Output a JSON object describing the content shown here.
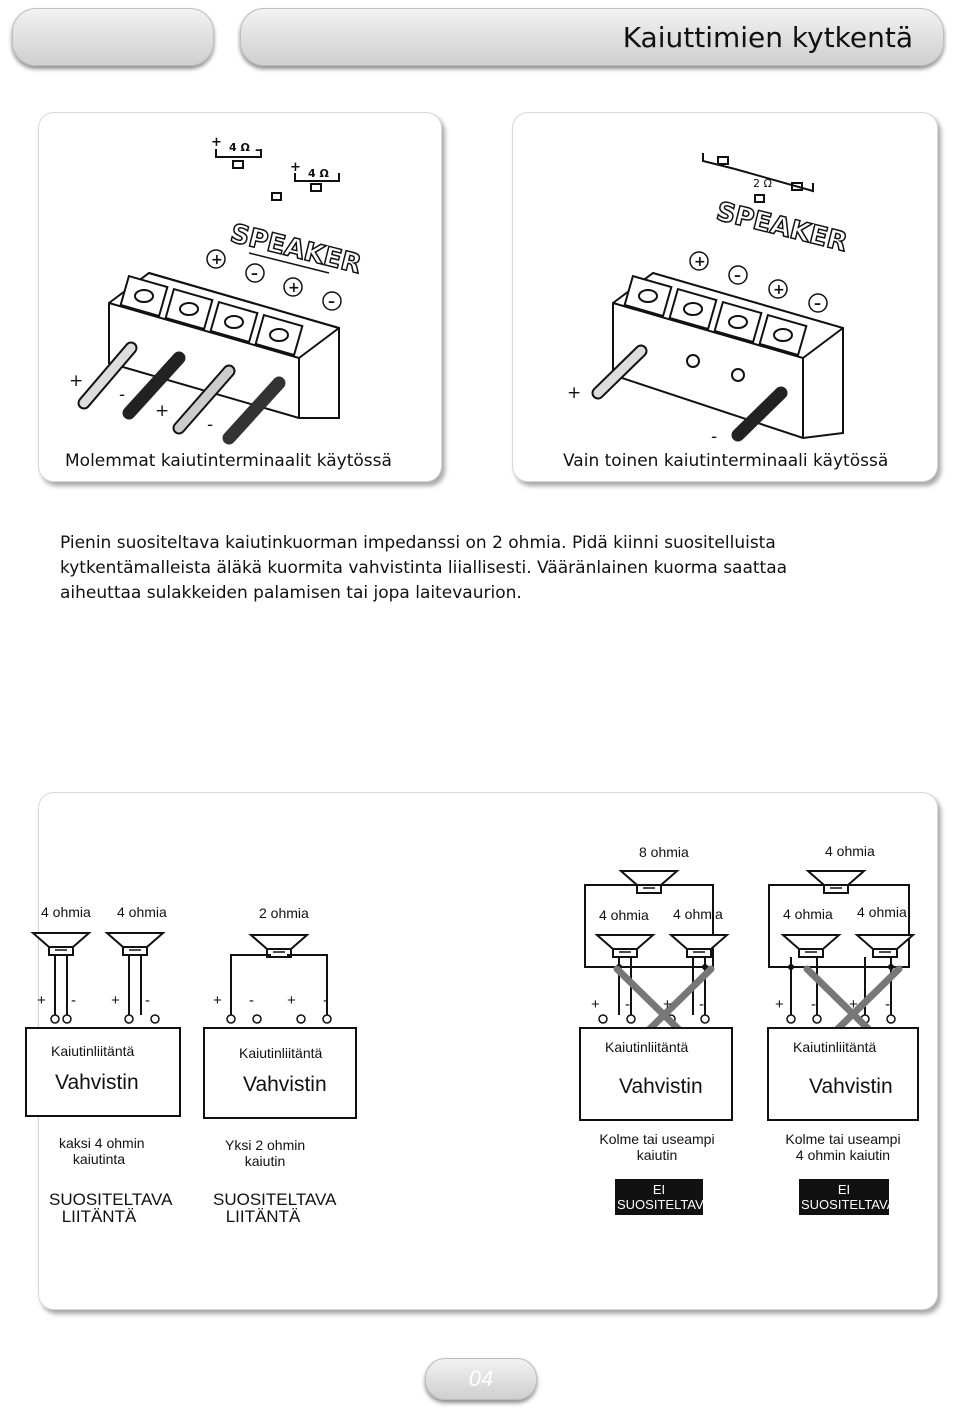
{
  "header": {
    "title": "Kaiuttimien kytkentä"
  },
  "wiring_examples": [
    {
      "caption": "Molemmat kaiutinterminaalit käytössä",
      "terminal_markers": [
        "+",
        "-",
        "+",
        "-"
      ],
      "speaker_labels": [
        "4 Ω",
        "4 Ω"
      ],
      "panel_word": "SPEAKER"
    },
    {
      "caption": "Vain toinen kaiutinterminaali käytössä",
      "terminal_markers": [
        "+",
        "-"
      ],
      "speaker_labels": [
        "2 Ω"
      ],
      "panel_word": "SPEAKER"
    }
  ],
  "notice_lines": [
    "Pienin suositeltava kaiutinkuorman impedanssi on 2 ohmia. Pidä kiinni suositelluista",
    "kytkentämalleista äläkä kuormita vahvistinta liiallisesti. Vääränlainen kuorma saattaa",
    "aiheuttaa sulakkeiden palamisen tai jopa laitevaurion."
  ],
  "configurations": [
    {
      "speakers": [
        "4 ohmia",
        "4 ohmia"
      ],
      "polarity": [
        "+",
        "-",
        "+",
        "-"
      ],
      "connector_label": "Kaiutinliitäntä",
      "amp_label": "Vahvistin",
      "description": [
        "kaksi 4 ohmin",
        "kaiutinta"
      ],
      "verdict": [
        "SUOSITELTAVA",
        "LIITÄNTÄ"
      ],
      "recommended": true
    },
    {
      "speakers": [
        "2 ohmia"
      ],
      "polarity": [
        "+",
        "-",
        "+",
        "-"
      ],
      "connector_label": "Kaiutinliitäntä",
      "amp_label": "Vahvistin",
      "description": [
        "Yksi 2 ohmin",
        "kaiutin"
      ],
      "verdict": [
        "SUOSITELTAVA",
        "LIITÄNTÄ"
      ],
      "recommended": true
    },
    {
      "top_speaker": "8 ohmia",
      "speakers": [
        "4 ohmia",
        "4 ohmia"
      ],
      "polarity": [
        "+",
        "-",
        "+",
        "-"
      ],
      "connector_label": "Kaiutinliitäntä",
      "amp_label": "Vahvistin",
      "description": [
        "Kolme tai useampi",
        "kaiutin"
      ],
      "verdict": [
        "EI",
        "SUOSITELTAVA"
      ],
      "recommended": false
    },
    {
      "top_speaker": "4 ohmia",
      "speakers": [
        "4 ohmia",
        "4 ohmia"
      ],
      "polarity": [
        "+",
        "-",
        "+",
        "-"
      ],
      "connector_label": "Kaiutinliitäntä",
      "amp_label": "Vahvistin",
      "description": [
        "Kolme tai useampi",
        "4 ohmin kaiutin"
      ],
      "verdict": [
        "EI",
        "SUOSITELTAVA"
      ],
      "recommended": false
    }
  ],
  "footer": {
    "page_number": "04"
  },
  "colors": {
    "badge_bg": "#111111",
    "cross": "#777777",
    "pill_shadow": "#999999"
  }
}
